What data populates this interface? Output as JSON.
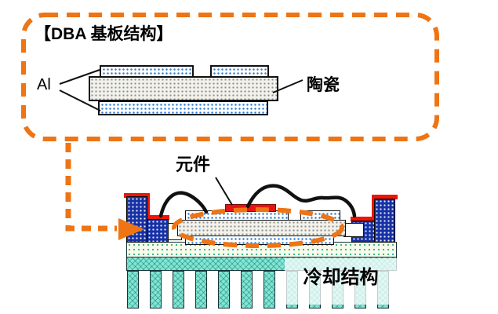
{
  "diagram": {
    "title": "【DBA 基板结构】",
    "labels": {
      "al": "Al",
      "ceramic": "陶瓷",
      "component": "元件",
      "cooling_structure": "冷却结构"
    },
    "colors": {
      "accent_orange": "#ee7414",
      "terminal_navy": "#1731a5",
      "metal_dot_blue": "#2f7fd6",
      "ceramic_dot_gray": "#8f9088",
      "solder_dot_green": "#35b585",
      "heatsink_teal": "#7fe7d3",
      "component_red": "#e51313",
      "wire_black": "#111111"
    }
  }
}
